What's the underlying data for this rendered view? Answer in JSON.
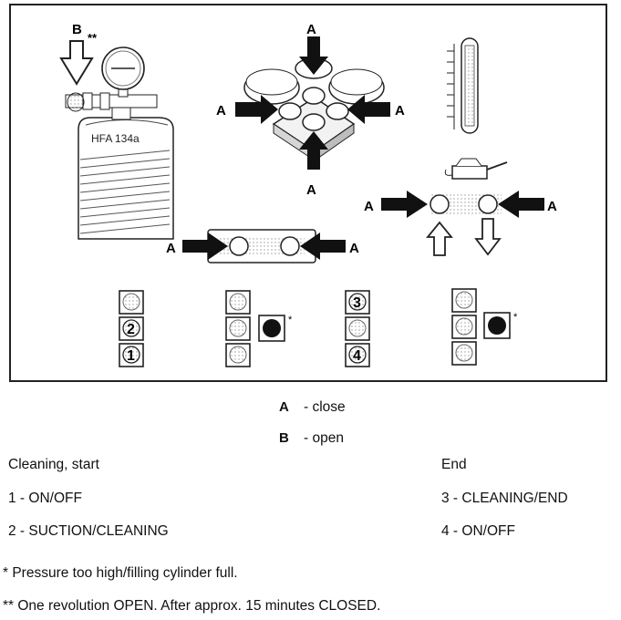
{
  "figure": {
    "cylinder_label": "HFA 134a",
    "label_a": "A",
    "label_b": "B",
    "open_marker": "**",
    "full_marker": "*",
    "buttons": [
      "1",
      "2",
      "3",
      "4"
    ]
  },
  "legend": {
    "a_key": "A",
    "a_text": "- close",
    "b_key": "B",
    "b_text": "- open"
  },
  "left_col": {
    "heading": "Cleaning, start",
    "item1": "1 - ON/OFF",
    "item2": "2 - SUCTION/CLEANING"
  },
  "right_col": {
    "heading": "End",
    "item1": "3 - CLEANING/END",
    "item2": "4 - ON/OFF"
  },
  "notes": {
    "note1": "* Pressure too high/filling cylinder full.",
    "note2": "** One revolution OPEN. After approx. 15 minutes CLOSED."
  }
}
